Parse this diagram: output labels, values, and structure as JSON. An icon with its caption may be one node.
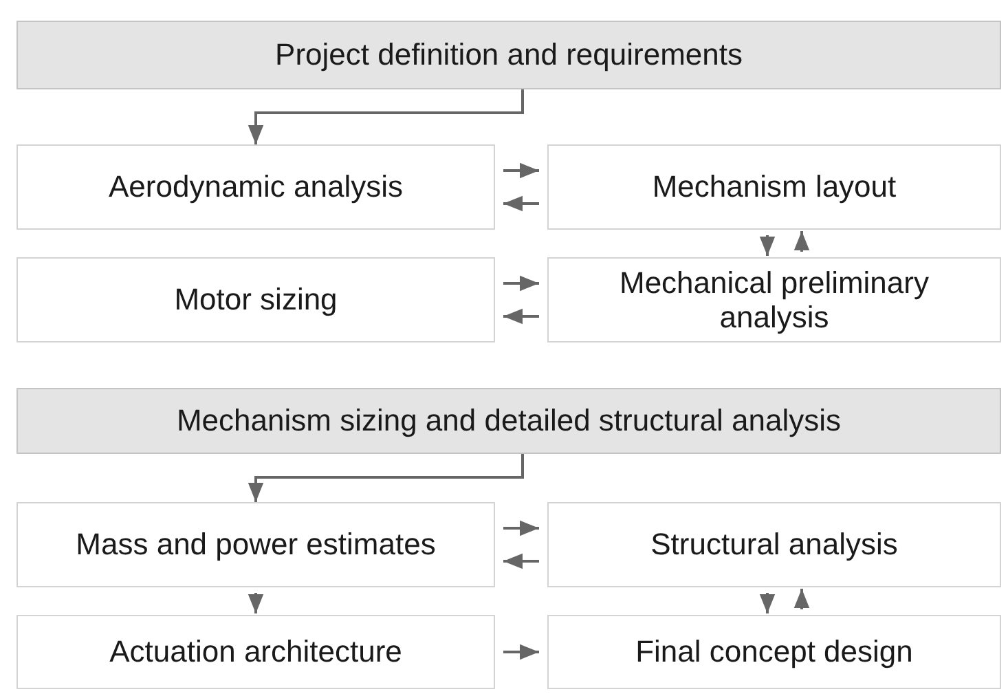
{
  "diagram": {
    "nodes": [
      {
        "text": [
          "Project definition and requirements"
        ]
      },
      {
        "text": [
          "Aerodynamic analysis"
        ]
      },
      {
        "text": [
          "Mechanism layout"
        ]
      },
      {
        "text": [
          "Motor sizing"
        ]
      },
      {
        "text": [
          "Mechanical preliminary analysis"
        ]
      },
      {
        "text": [
          "Mechanism sizing and detailed structural analysis"
        ]
      },
      {
        "text": [
          "Mass and power estimates"
        ]
      },
      {
        "text": [
          "Structural analysis"
        ]
      },
      {
        "text": [
          "Actuation architecture"
        ]
      },
      {
        "text": [
          "Final concept design"
        ]
      }
    ],
    "edges": [
      {
        "from": 0,
        "to": 1,
        "arrow": "to"
      },
      {
        "from": 1,
        "to": 2,
        "arrow": "to"
      },
      {
        "from": 2,
        "to": 1,
        "arrow": "to"
      },
      {
        "from": 2,
        "to": 4,
        "arrow": "to"
      },
      {
        "from": 4,
        "to": 2,
        "arrow": "to"
      },
      {
        "from": 3,
        "to": 4,
        "arrow": "to"
      },
      {
        "from": 4,
        "to": 3,
        "arrow": "to"
      },
      {
        "from": 5,
        "to": 6,
        "arrow": "to"
      },
      {
        "from": 6,
        "to": 7,
        "arrow": "to"
      },
      {
        "from": 7,
        "to": 6,
        "arrow": "to"
      },
      {
        "from": 6,
        "to": 8,
        "arrow": "to"
      },
      {
        "from": 7,
        "to": 9,
        "arrow": "to"
      },
      {
        "from": 9,
        "to": 7,
        "arrow": "to"
      },
      {
        "from": 8,
        "to": 9,
        "arrow": "to"
      }
    ]
  }
}
